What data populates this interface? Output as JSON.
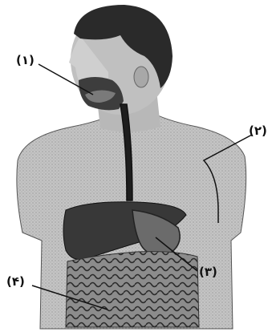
{
  "labels": {
    "label_1": "(۱)",
    "label_2": "(۲)",
    "label_3": "(۳)",
    "label_4": "(۴)"
  },
  "colors": {
    "ink": "#111111",
    "skin": "#bdbdbd",
    "hair": "#2a2a2a",
    "liver": "#3a3a3a",
    "stomach": "#6a6a6a",
    "intestine": "#7a7a7a"
  }
}
